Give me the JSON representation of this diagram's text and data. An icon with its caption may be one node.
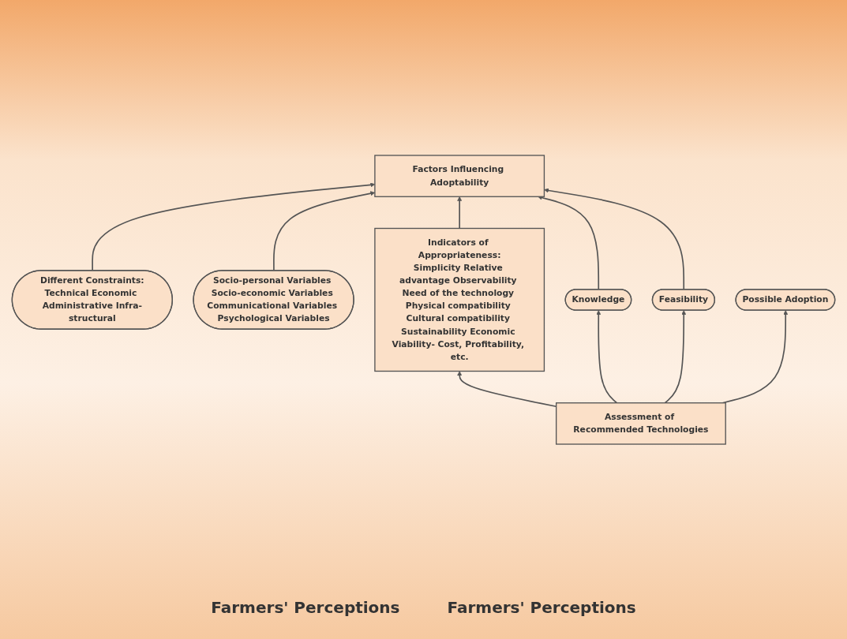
{
  "diagram": {
    "nodes": [
      {
        "text": [
          "Different Constraints:",
          "Technical Economic Administrative Infra-structural"
        ]
      },
      {
        "text": [
          "Socio-personal Variables Socio-economic Variables Communicational Variables Psychological Variables"
        ]
      },
      {
        "text": [
          "Factors Influencing Adoptability"
        ]
      },
      {
        "text": [
          "Indicators of Appropriateness:",
          "Simplicity Relative advantage Observability Need of the technology Physical compatibility Cultural compatibility Sustainability Economic Viability- Cost, Profitability, etc."
        ]
      },
      {
        "text": [
          "Knowledge"
        ]
      },
      {
        "text": [
          "Feasibility"
        ]
      },
      {
        "text": [
          "Possible Adoption"
        ]
      },
      {
        "text": [
          "Assessment of Recommended Technologies"
        ]
      }
    ],
    "edges": [
      {
        "from": 0,
        "to": 2,
        "arrow": "to"
      },
      {
        "from": 1,
        "to": 2,
        "arrow": "to"
      },
      {
        "from": 3,
        "to": 2,
        "arrow": "to"
      },
      {
        "from": 4,
        "to": 2,
        "arrow": "to"
      },
      {
        "from": 5,
        "to": 2,
        "arrow": "to"
      },
      {
        "from": 7,
        "to": 4,
        "arrow": "to"
      },
      {
        "from": 7,
        "to": 5,
        "arrow": "to"
      },
      {
        "from": 7,
        "to": 6,
        "arrow": "to"
      },
      {
        "from": 7,
        "to": 3,
        "arrow": "to"
      }
    ],
    "labels": [
      "Farmers' Perceptions",
      "Farmers' Perceptions"
    ]
  }
}
